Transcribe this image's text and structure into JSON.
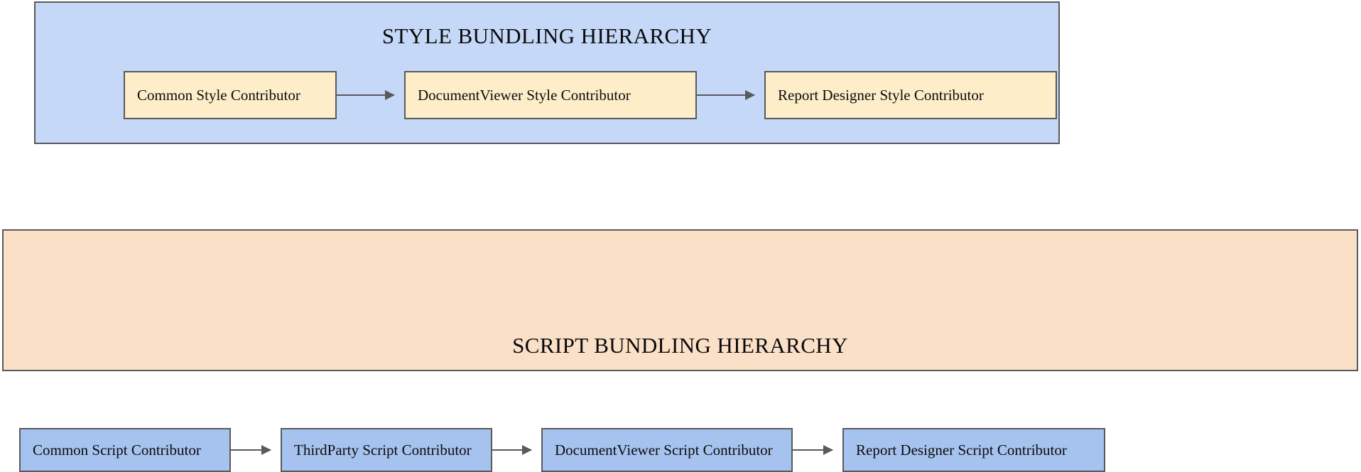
{
  "diagram": {
    "panels": [
      {
        "id": "style",
        "title": "STYLE BUNDLING HIERARCHY",
        "background_color": "#c5d8f7",
        "border_color": "#5a5a5a",
        "title_position": "top",
        "nodes": [
          {
            "label": "Common Style Contributor",
            "fill": "#fdeec9"
          },
          {
            "label": "DocumentViewer Style Contributor",
            "fill": "#fdeec9"
          },
          {
            "label": "Report Designer Style Contributor",
            "fill": "#fdeec9"
          }
        ],
        "connectors": [
          {
            "from": "Common Style Contributor",
            "to": "DocumentViewer Style Contributor",
            "arrow": "arrow-right-icon"
          },
          {
            "from": "DocumentViewer Style Contributor",
            "to": "Report Designer Style Contributor",
            "arrow": "arrow-right-icon"
          }
        ]
      },
      {
        "id": "script",
        "title": "SCRIPT BUNDLING HIERARCHY",
        "background_color": "#fbe0c8",
        "border_color": "#5a5a5a",
        "title_position": "bottom",
        "nodes": [
          {
            "label": "Common Script Contributor",
            "fill": "#a6c3ef"
          },
          {
            "label": "ThirdParty Script Contributor",
            "fill": "#a6c3ef"
          },
          {
            "label": "DocumentViewer Script Contributor",
            "fill": "#a6c3ef"
          },
          {
            "label": "Report Designer Script Contributor",
            "fill": "#a6c3ef"
          }
        ],
        "connectors": [
          {
            "from": "Common Script Contributor",
            "to": "ThirdParty Script Contributor",
            "arrow": "arrow-right-icon"
          },
          {
            "from": "ThirdParty Script Contributor",
            "to": "DocumentViewer Script Contributor",
            "arrow": "arrow-right-icon"
          },
          {
            "from": "DocumentViewer Script Contributor",
            "to": "Report Designer Script Contributor",
            "arrow": "arrow-right-icon"
          }
        ]
      }
    ]
  }
}
